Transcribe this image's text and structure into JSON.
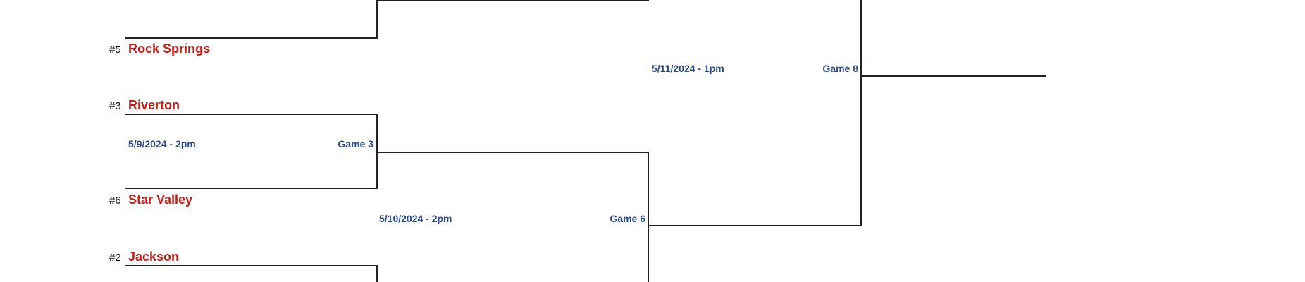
{
  "teams": [
    {
      "seed": "#5",
      "name": "Rock Springs"
    },
    {
      "seed": "#3",
      "name": "Riverton"
    },
    {
      "seed": "#6",
      "name": "Star Valley"
    },
    {
      "seed": "#2",
      "name": "Jackson"
    }
  ],
  "games": [
    {
      "date": "5/9/2024 - 2pm",
      "label": "Game 3"
    },
    {
      "date": "5/10/2024 - 2pm",
      "label": "Game 6"
    },
    {
      "date": "5/11/2024 - 1pm",
      "label": "Game 8"
    }
  ],
  "colors": {
    "team": "#c0211b",
    "info": "#2b4a8c",
    "line": "#222222"
  }
}
